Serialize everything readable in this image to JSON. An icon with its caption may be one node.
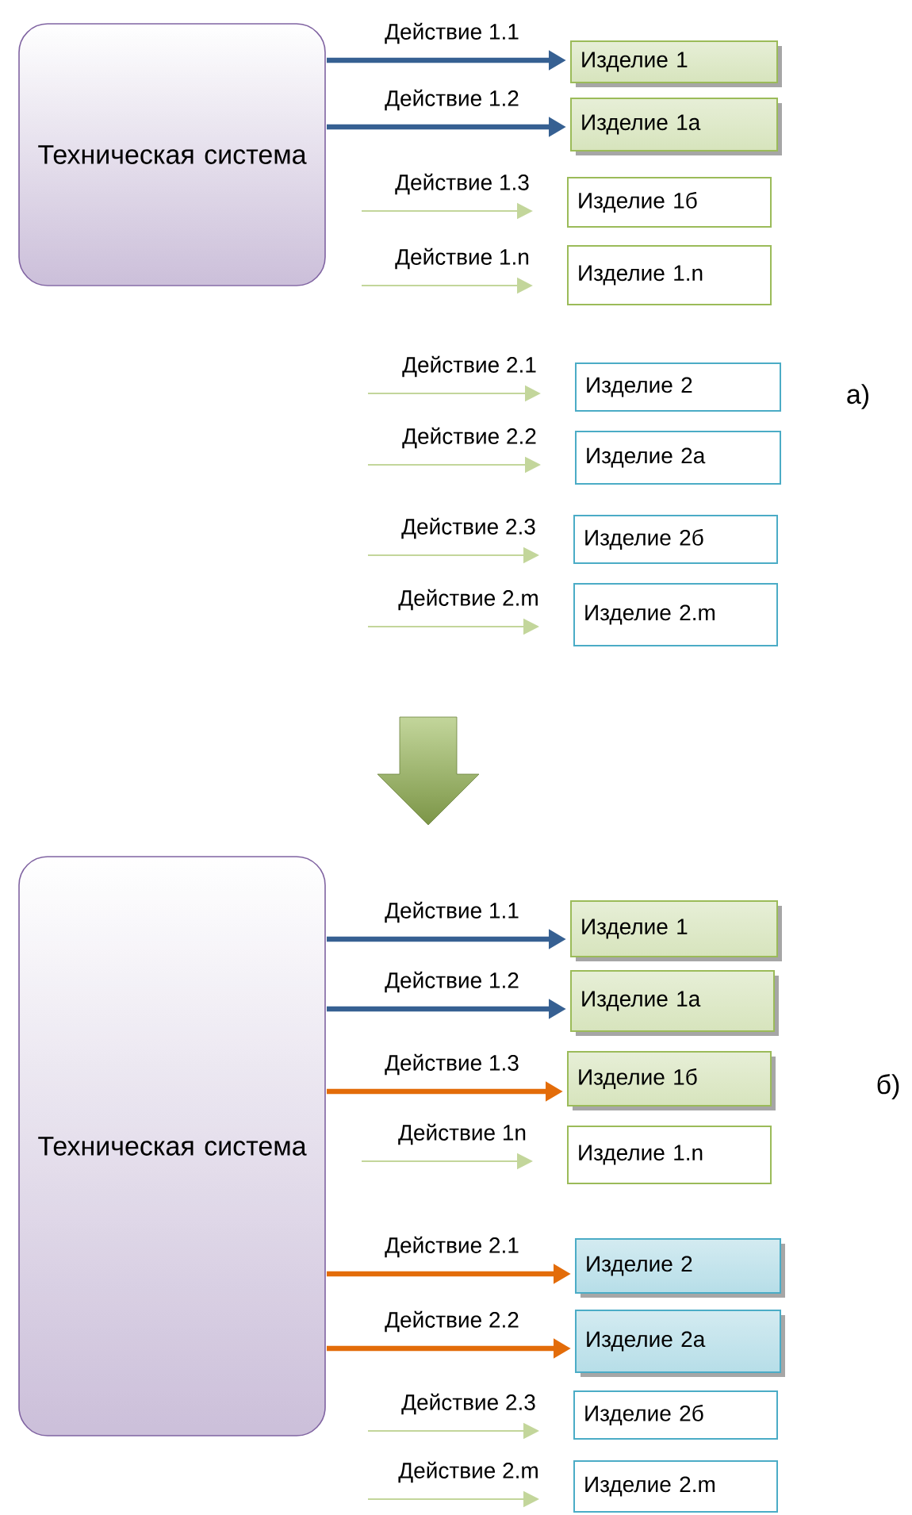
{
  "diagram": {
    "nodes": [
      {
        "text": [
          "Техническая система"
        ]
      },
      {
        "text": [
          "Изделие 1"
        ]
      },
      {
        "text": [
          "Изделие 1а"
        ]
      },
      {
        "text": [
          "Изделие 1б"
        ]
      },
      {
        "text": [
          "Изделие 1.n"
        ]
      },
      {
        "text": [
          "Изделие 2"
        ]
      },
      {
        "text": [
          "Изделие 2а"
        ]
      },
      {
        "text": [
          "Изделие 2б"
        ]
      },
      {
        "text": [
          "Изделие 2.m"
        ]
      },
      {
        "text": [
          "Техническая система"
        ]
      },
      {
        "text": [
          "Изделие 1"
        ]
      },
      {
        "text": [
          "Изделие 1а"
        ]
      },
      {
        "text": [
          "Изделие 1б"
        ]
      },
      {
        "text": [
          "Изделие 1.n"
        ]
      },
      {
        "text": [
          "Изделие 2"
        ]
      },
      {
        "text": [
          "Изделие 2а"
        ]
      },
      {
        "text": [
          "Изделие 2б"
        ]
      },
      {
        "text": [
          "Изделие 2.m"
        ]
      }
    ],
    "edges": [
      {
        "from": 0,
        "to": 1,
        "arrow": "to",
        "label": "Действие  1.1",
        "style": "thick",
        "color": "#366092"
      },
      {
        "from": 0,
        "to": 2,
        "arrow": "to",
        "label": "Действие  1.2",
        "style": "thick",
        "color": "#366092"
      },
      {
        "from": null,
        "to": 3,
        "arrow": "to",
        "label": "Действие  1.3"
      },
      {
        "from": null,
        "to": 4,
        "arrow": "to",
        "label": "Действие  1.n"
      },
      {
        "from": null,
        "to": 5,
        "arrow": "to",
        "label": "Действие  2.1"
      },
      {
        "from": null,
        "to": 6,
        "arrow": "to",
        "label": "Действие  2.2"
      },
      {
        "from": null,
        "to": 7,
        "arrow": "to",
        "label": "Действие  2.3"
      },
      {
        "from": null,
        "to": 8,
        "arrow": "to",
        "label": "Действие  2.m"
      },
      {
        "from": 9,
        "to": 10,
        "arrow": "to",
        "label": "Действие  1.1",
        "style": "thick",
        "color": "#366092"
      },
      {
        "from": 9,
        "to": 11,
        "arrow": "to",
        "label": "Действие  1.2",
        "style": "thick",
        "color": "#366092"
      },
      {
        "from": 9,
        "to": 12,
        "arrow": "to",
        "label": "Действие  1.3",
        "style": "thick",
        "color": "#e36c09"
      },
      {
        "from": null,
        "to": 13,
        "arrow": "to",
        "label": "Действие  1n"
      },
      {
        "from": 9,
        "to": 14,
        "arrow": "to",
        "label": "Действие  2.1",
        "style": "thick",
        "color": "#e36c09"
      },
      {
        "from": 9,
        "to": 15,
        "arrow": "to",
        "label": "Действие  2.2",
        "style": "thick",
        "color": "#e36c09"
      },
      {
        "from": null,
        "to": 16,
        "arrow": "to",
        "label": "Действие  2.3"
      },
      {
        "from": null,
        "to": 17,
        "arrow": "to",
        "label": "Действие  2.m"
      }
    ],
    "labels": [
      "а)",
      "б)"
    ]
  }
}
